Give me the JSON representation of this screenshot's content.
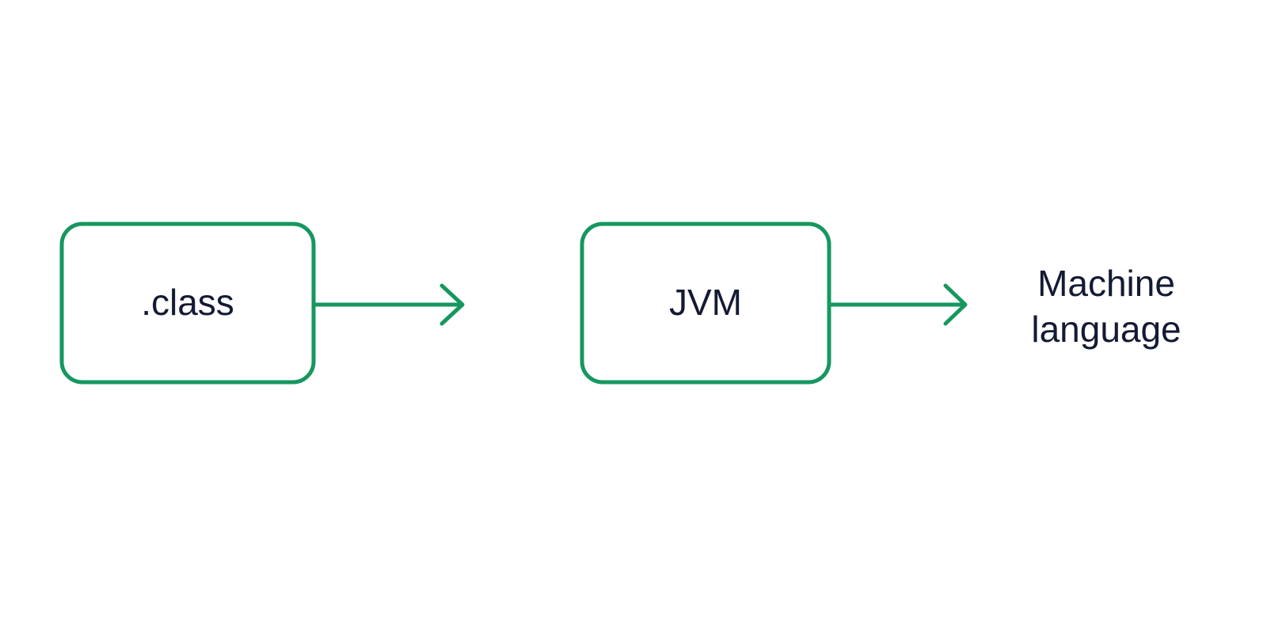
{
  "diagram": {
    "colors": {
      "accent": "#16975f",
      "text": "#141a33",
      "background": "#ffffff"
    },
    "nodes": {
      "class_file": {
        "label": ".class"
      },
      "jvm": {
        "label": "JVM"
      },
      "machine_language": {
        "line1": "Machine",
        "line2": "language"
      }
    },
    "edges": [
      {
        "from": ".class",
        "to": "JVM"
      },
      {
        "from": "JVM",
        "to": "Machine language"
      }
    ]
  }
}
